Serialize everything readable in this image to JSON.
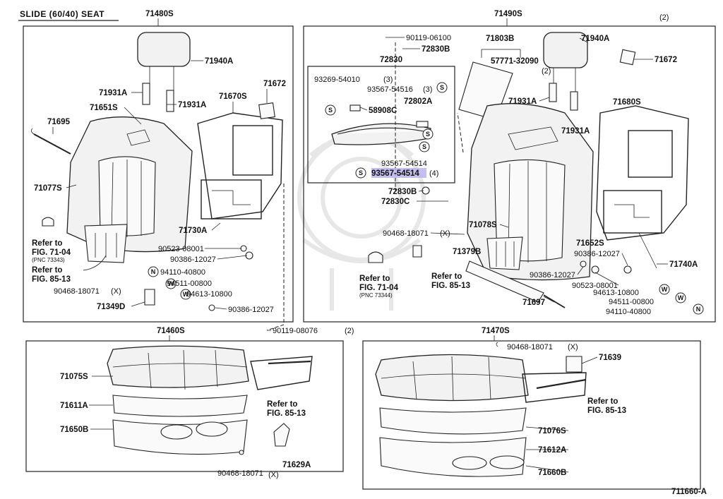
{
  "title": "SLIDE (60/40) SEAT",
  "diagram_code": "711660-A",
  "highlight_color": "#b8b4ee",
  "sections": {
    "left_back": "71480S",
    "right_back": "71490S",
    "left_cushion": "71460S",
    "right_cushion": "71470S"
  },
  "labels": [
    "71940A",
    "71931A",
    "71931A",
    "71651S",
    "71670S",
    "71672",
    "71695",
    "71077S",
    "71730A",
    "90523-08001",
    "90386-12027",
    "94110-40800",
    "94511-00800",
    "94613-10800",
    "90386-12027",
    "90468-18071",
    "71349D",
    "90119-08076",
    "90119-06100",
    "72830B",
    "72830",
    "71803B",
    "57771-32090",
    "71940A",
    "71672",
    "93269-54010",
    "93567-54516",
    "72802A",
    "58908C",
    "93567-54514",
    "93567-54514",
    "72830B",
    "72830C",
    "71680S",
    "71931A",
    "71931A",
    "71078S",
    "90468-18071",
    "71379B",
    "71652S",
    "90386-12027",
    "90386-12027",
    "90523-08001",
    "94613-10800",
    "94511-00800",
    "94110-40800",
    "71740A",
    "71697",
    "71075S",
    "71611A",
    "71650B",
    "90468-18071",
    "71629A",
    "90468-18071",
    "71639",
    "71076S",
    "71612A",
    "71660B"
  ],
  "qty": [
    "(2)",
    "(2)",
    "(3)",
    "(3)",
    "(4)",
    "(2)"
  ],
  "x_marks": [
    "(X)",
    "(X)",
    "(X)",
    "(X)"
  ],
  "refs": [
    {
      "a": "Refer to",
      "b": "FIG. 71-04",
      "c": "(PNC 73343)"
    },
    {
      "a": "Refer to",
      "b": "FIG. 85-13"
    },
    {
      "a": "Refer to",
      "b": "FIG. 71-04",
      "c": "(PNC 73344)"
    },
    {
      "a": "Refer to",
      "b": "FIG. 85-13"
    },
    {
      "a": "Refer to",
      "b": "FIG. 85-13"
    },
    {
      "a": "Refer to",
      "b": "FIG. 85-13"
    }
  ],
  "circle_marks": [
    "S",
    "S",
    "S",
    "S",
    "S",
    "N",
    "W",
    "W",
    "N",
    "W",
    "W"
  ]
}
